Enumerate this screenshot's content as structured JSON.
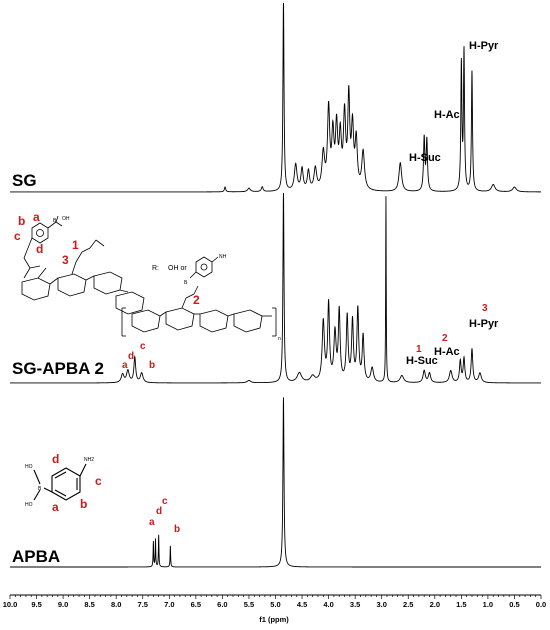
{
  "chart_data": {
    "type": "line",
    "xlabel": "f1 (ppm)",
    "x_reversed": true,
    "xlim": [
      10.0,
      0.0
    ],
    "xticks": [
      "10.0",
      "9.5",
      "9.0",
      "8.5",
      "8.0",
      "7.5",
      "7.0",
      "6.5",
      "6.0",
      "5.5",
      "5.0",
      "4.5",
      "4.0",
      "3.5",
      "3.0",
      "2.5",
      "2.0",
      "1.5",
      "1.0",
      "0.5",
      "0.0"
    ],
    "grid": false,
    "series": [
      {
        "name": "SG",
        "color": "#000000",
        "peaks": [
          {
            "ppm": 5.95,
            "height": 0.04,
            "width": 0.015
          },
          {
            "ppm": 5.5,
            "height": 0.03,
            "width": 0.03
          },
          {
            "ppm": 5.25,
            "height": 0.04,
            "width": 0.02
          },
          {
            "ppm": 4.85,
            "height": 1.6,
            "width": 0.012
          },
          {
            "ppm": 4.62,
            "height": 0.22,
            "width": 0.03
          },
          {
            "ppm": 4.5,
            "height": 0.18,
            "width": 0.025
          },
          {
            "ppm": 4.38,
            "height": 0.16,
            "width": 0.025
          },
          {
            "ppm": 4.25,
            "height": 0.18,
            "width": 0.03
          },
          {
            "ppm": 4.1,
            "height": 0.3,
            "width": 0.03
          },
          {
            "ppm": 4.0,
            "height": 0.66,
            "width": 0.025
          },
          {
            "ppm": 3.92,
            "height": 0.44,
            "width": 0.025
          },
          {
            "ppm": 3.85,
            "height": 0.5,
            "width": 0.025
          },
          {
            "ppm": 3.78,
            "height": 0.42,
            "width": 0.025
          },
          {
            "ppm": 3.7,
            "height": 0.6,
            "width": 0.025
          },
          {
            "ppm": 3.62,
            "height": 0.74,
            "width": 0.022
          },
          {
            "ppm": 3.55,
            "height": 0.5,
            "width": 0.025
          },
          {
            "ppm": 3.48,
            "height": 0.4,
            "width": 0.025
          },
          {
            "ppm": 3.35,
            "height": 0.32,
            "width": 0.03
          },
          {
            "ppm": 2.65,
            "height": 0.24,
            "width": 0.03
          },
          {
            "ppm": 2.2,
            "height": 0.44,
            "width": 0.015
          },
          {
            "ppm": 2.15,
            "height": 0.42,
            "width": 0.015
          },
          {
            "ppm": 1.5,
            "height": 1.05,
            "width": 0.012
          },
          {
            "ppm": 1.45,
            "height": 1.15,
            "width": 0.012
          },
          {
            "ppm": 1.3,
            "height": 1.0,
            "width": 0.012
          },
          {
            "ppm": 0.9,
            "height": 0.06,
            "width": 0.04
          },
          {
            "ppm": 0.5,
            "height": 0.04,
            "width": 0.04
          }
        ]
      },
      {
        "name": "SG-APBA 2",
        "color": "#000000",
        "peaks": [
          {
            "ppm": 7.88,
            "height": 0.07,
            "width": 0.03
          },
          {
            "ppm": 7.78,
            "height": 0.1,
            "width": 0.03
          },
          {
            "ppm": 7.65,
            "height": 0.21,
            "width": 0.02
          },
          {
            "ppm": 7.52,
            "height": 0.08,
            "width": 0.03
          },
          {
            "ppm": 5.5,
            "height": 0.02,
            "width": 0.04
          },
          {
            "ppm": 4.85,
            "height": 1.6,
            "width": 0.012
          },
          {
            "ppm": 4.55,
            "height": 0.08,
            "width": 0.05
          },
          {
            "ppm": 4.3,
            "height": 0.05,
            "width": 0.05
          },
          {
            "ppm": 4.1,
            "height": 0.5,
            "width": 0.025
          },
          {
            "ppm": 4.0,
            "height": 0.64,
            "width": 0.02
          },
          {
            "ppm": 3.88,
            "height": 0.4,
            "width": 0.025
          },
          {
            "ppm": 3.8,
            "height": 0.58,
            "width": 0.02
          },
          {
            "ppm": 3.65,
            "height": 0.54,
            "width": 0.02
          },
          {
            "ppm": 3.55,
            "height": 0.5,
            "width": 0.02
          },
          {
            "ppm": 3.45,
            "height": 0.6,
            "width": 0.02
          },
          {
            "ppm": 3.35,
            "height": 0.38,
            "width": 0.02
          },
          {
            "ppm": 3.18,
            "height": 0.12,
            "width": 0.03
          },
          {
            "ppm": 2.92,
            "height": 1.55,
            "width": 0.006
          },
          {
            "ppm": 2.62,
            "height": 0.06,
            "width": 0.04
          },
          {
            "ppm": 2.2,
            "height": 0.1,
            "width": 0.025
          },
          {
            "ppm": 2.1,
            "height": 0.08,
            "width": 0.025
          },
          {
            "ppm": 1.7,
            "height": 0.1,
            "width": 0.03
          },
          {
            "ppm": 1.52,
            "height": 0.18,
            "width": 0.018
          },
          {
            "ppm": 1.45,
            "height": 0.2,
            "width": 0.018
          },
          {
            "ppm": 1.3,
            "height": 0.28,
            "width": 0.018
          },
          {
            "ppm": 1.15,
            "height": 0.08,
            "width": 0.03
          }
        ]
      },
      {
        "name": "APBA",
        "color": "#000000",
        "peaks": [
          {
            "ppm": 7.3,
            "height": 0.24,
            "width": 0.006
          },
          {
            "ppm": 7.26,
            "height": 0.26,
            "width": 0.006
          },
          {
            "ppm": 7.2,
            "height": 0.3,
            "width": 0.006
          },
          {
            "ppm": 6.98,
            "height": 0.2,
            "width": 0.006
          },
          {
            "ppm": 4.85,
            "height": 1.6,
            "width": 0.012
          }
        ]
      }
    ]
  },
  "labels": {
    "sg_name": "SG",
    "sg_apba_name": "SG-APBA 2",
    "apba_name": "APBA",
    "sg_h_pyr": "H-Pyr",
    "sg_h_ac": "H-Ac",
    "sg_h_suc": "H-Suc",
    "mid_h_pyr": "H-Pyr",
    "mid_h_ac": "H-Ac",
    "mid_h_suc": "H-Suc",
    "mid_num_pyr": "3",
    "mid_num_ac": "2",
    "mid_num_suc": "1",
    "mid_a": "a",
    "mid_d": "d",
    "mid_c": "c",
    "mid_b": "b",
    "apba_c": "c",
    "apba_d": "d",
    "apba_a": "a",
    "apba_b": "b"
  },
  "structure_sg_apba": {
    "letter_a": "a",
    "letter_b": "b",
    "letter_c": "c",
    "letter_d": "d",
    "num_1": "1",
    "num_2": "2",
    "num_3": "3",
    "r_def": "R:",
    "r_or": "OH  or",
    "nh": "NH",
    "oh": "OH",
    "b": "B",
    "n": "n"
  },
  "structure_apba": {
    "letter_a": "a",
    "letter_b": "b",
    "letter_c": "c",
    "letter_d": "d",
    "nh2": "NH2",
    "ho1": "HO",
    "ho2": "HO",
    "b": "B"
  }
}
